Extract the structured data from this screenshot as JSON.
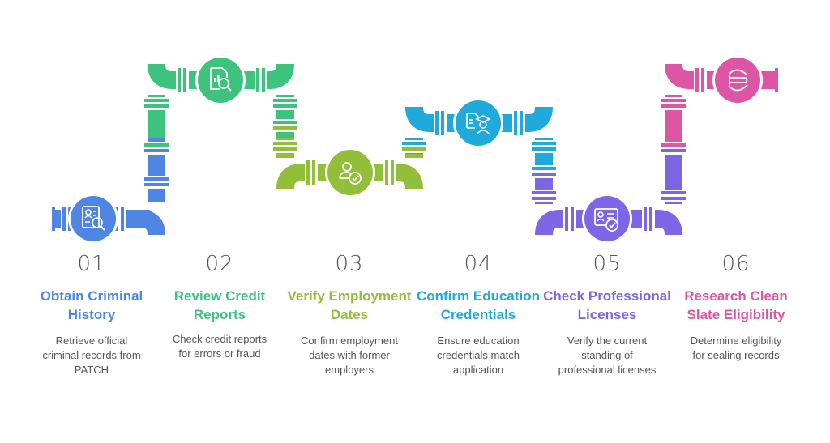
{
  "diagram": {
    "type": "pipeline-process",
    "steps": [
      {
        "number": "01",
        "title": "Obtain Criminal History",
        "description": "Retrieve official criminal records from PATCH",
        "color": "#4F86E4",
        "icon": "criminal-record-search-icon"
      },
      {
        "number": "02",
        "title": "Review Credit Reports",
        "description": "Check credit reports for errors or fraud",
        "color": "#3EC37F",
        "icon": "credit-report-search-icon"
      },
      {
        "number": "03",
        "title": "Verify Employment Dates",
        "description": "Confirm employment dates with former employers",
        "color": "#93BE3A",
        "icon": "employee-verified-icon"
      },
      {
        "number": "04",
        "title": "Confirm Education Credentials",
        "description": "Ensure education credentials match application",
        "color": "#20AADB",
        "icon": "graduate-document-icon"
      },
      {
        "number": "05",
        "title": "Check Professional Licenses",
        "description": "Verify the current standing of professional licenses",
        "color": "#7D66E6",
        "icon": "license-verified-icon"
      },
      {
        "number": "06",
        "title": "Research Clean Slate Eligibility",
        "description": "Determine eligibility for sealing records",
        "color": "#DD56A6",
        "icon": "clean-slate-icon"
      }
    ]
  }
}
